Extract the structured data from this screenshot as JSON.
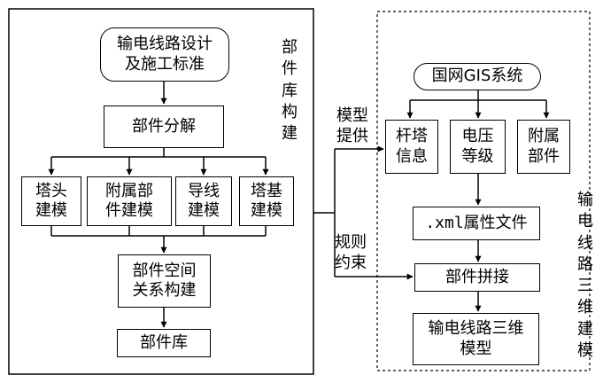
{
  "left_module": {
    "title": "部件库构建",
    "standard": "输电线路设计\n及施工标准",
    "decomposition": "部件分解",
    "modeling": [
      "塔头\n建模",
      "附属部\n件建模",
      "导线\n建模",
      "塔基\n建模"
    ],
    "spatial_relations": "部件空间\n关系构建",
    "library": "部件库"
  },
  "right_module": {
    "title": "输电线路三维建模",
    "gis_system": "国网GIS系统",
    "info": [
      "杆塔\n信息",
      "电压\n等级",
      "附属\n部件"
    ],
    "xml_file": ".xml属性文件",
    "assembly": "部件拼接",
    "result": "输电线路三维\n模型"
  },
  "links": {
    "model_provide": "模型\n提供",
    "rule_constraint": "规则\n约束"
  }
}
